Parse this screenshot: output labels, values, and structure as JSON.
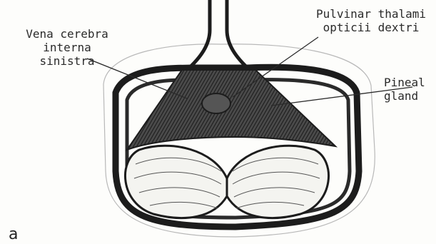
{
  "labels": {
    "vena_cerebra": [
      "Vena cerebra",
      "interna",
      "sinistra"
    ],
    "pulvinar": [
      "Pulvinar thalami",
      "opticii dextri"
    ],
    "pineal": [
      "Pineal",
      "gland"
    ]
  },
  "panel_letter": "a",
  "colors": {
    "ink": "#1c1c1c",
    "shade": "#3a3a3a",
    "paper": "#fdfdfb"
  }
}
